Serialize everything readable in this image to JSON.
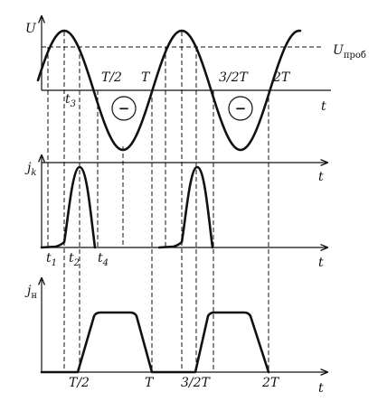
{
  "top_plot": {
    "y_axis": "U",
    "x_axis": "t",
    "breakdown_voltage": {
      "main": "U",
      "sub": "проб"
    },
    "period_labels": [
      "T/2",
      "T",
      "3/2T",
      "2T"
    ],
    "time_marker": {
      "main": "t",
      "sub": "3"
    },
    "negative_sign": "−"
  },
  "middle_plot": {
    "y_axis": {
      "main": "j",
      "sub": "k"
    },
    "x_axis": "t",
    "time_markers": [
      {
        "main": "t",
        "sub": "1"
      },
      {
        "main": "t",
        "sub": "2"
      },
      {
        "main": "t",
        "sub": "4"
      }
    ]
  },
  "bottom_plot": {
    "y_axis": {
      "main": "j",
      "sub": "н"
    },
    "x_axis": "t",
    "period_labels": [
      "T/2",
      "T",
      "3/2T",
      "2T"
    ]
  }
}
